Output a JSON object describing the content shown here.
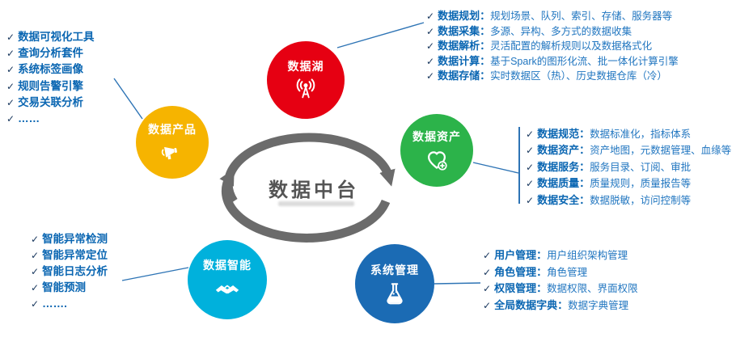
{
  "ui": {
    "check": "✓"
  },
  "center": {
    "title": "数据中台"
  },
  "colors": {
    "data_lake": "#e60012",
    "data_product": "#f6b400",
    "data_asset": "#2cb34a",
    "data_intelligence": "#00b1dc",
    "system_management": "#1b6bb4",
    "cycle_arrow": "#6b6b6b",
    "connector": "#2e74b5",
    "label_blue": "#0a66b2"
  },
  "nodes": {
    "data_lake": {
      "label": "数据湖",
      "icon": "broadcast-tower-icon"
    },
    "data_product": {
      "label": "数据产品",
      "icon": "megaphone-icon"
    },
    "data_asset": {
      "label": "数据资产",
      "icon": "heart-plus-icon"
    },
    "data_intelligence": {
      "label": "数据智能",
      "icon": "handshake-icon"
    },
    "system_management": {
      "label": "系统管理",
      "icon": "flask-icon"
    }
  },
  "lists": {
    "data_product": {
      "items": [
        "数据可视化工具",
        "查询分析套件",
        "系统标签画像",
        "规则告警引擎",
        "交易关联分析",
        "……"
      ]
    },
    "data_lake": {
      "items": [
        {
          "label": "数据规划",
          "sep": "：",
          "desc": "规划场景、队列、索引、存储、服务器等"
        },
        {
          "label": "数据采集",
          "sep": "：",
          "desc": "多源、异构、多方式的数据收集"
        },
        {
          "label": "数据解析",
          "sep": "：",
          "desc": "灵活配置的解析规则以及数据格式化"
        },
        {
          "label": "数据计算",
          "sep": "：",
          "desc": "基于Spark的图形化流、批一体化计算引擎"
        },
        {
          "label": "数据存储",
          "sep": "：",
          "desc": "实时数据区（热）、历史数据仓库（冷）"
        }
      ]
    },
    "data_asset": {
      "items": [
        {
          "label": "数据规范",
          "sep": "：",
          "desc": "数据标准化，指标体系"
        },
        {
          "label": "数据资产",
          "sep": "：",
          "desc": "资产地图，元数据管理、血缘等"
        },
        {
          "label": "数据服务",
          "sep": "：",
          "desc": "服务目录、订阅、审批"
        },
        {
          "label": "数据质量",
          "sep": "：",
          "desc": "质量规则，质量报告等"
        },
        {
          "label": "数据安全",
          "sep": "：",
          "desc": "数据脱敏，访问控制等"
        }
      ]
    },
    "data_intelligence": {
      "items": [
        "智能异常检测",
        "智能异常定位",
        "智能日志分析",
        "智能预测",
        "……."
      ]
    },
    "system_management": {
      "items": [
        {
          "label": "用户管理",
          "sep": "：",
          "desc": "用户组织架构管理"
        },
        {
          "label": "角色管理",
          "sep": "：",
          "desc": "角色管理"
        },
        {
          "label": "权限管理",
          "sep": "：",
          "desc": "数据权限、界面权限"
        },
        {
          "label": "全局数据字典",
          "sep": "：",
          "desc": "数据字典管理"
        }
      ]
    }
  }
}
